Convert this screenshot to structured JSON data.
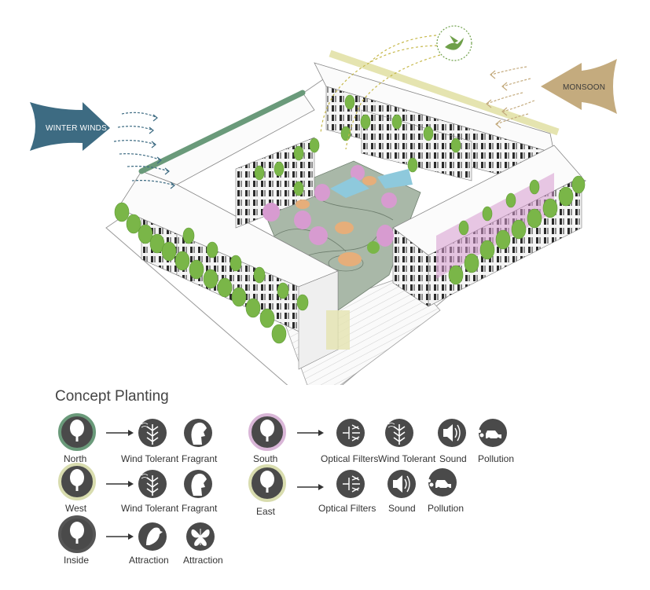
{
  "diagram": {
    "winter_winds_label": "WINTER WINDS",
    "monsoon_label": "MONSOON"
  },
  "legend": {
    "title": "Concept Planting",
    "rows": [
      {
        "zone": "North",
        "benefits": [
          "Wind Tolerant",
          "Fragrant"
        ]
      },
      {
        "zone": "West",
        "benefits": [
          "Wind Tolerant",
          "Fragrant"
        ]
      },
      {
        "zone": "Inside",
        "benefits": [
          "Attraction",
          "Attraction"
        ]
      },
      {
        "zone": "South",
        "benefits": [
          "Optical Filters",
          "Wind Tolerant",
          "Sound",
          "Pollution"
        ]
      },
      {
        "zone": "East",
        "benefits": [
          "Optical Filters",
          "Sound",
          "Pollution"
        ]
      }
    ]
  },
  "colors": {
    "north_ring": "#6a9a7a",
    "west_ring": "#d8dcae",
    "inside_ring": "#555555",
    "south_ring": "#d9b6d7",
    "east_ring": "#d8dcae",
    "winter_wind": "#3d6b82",
    "monsoon": "#c4ab7e",
    "tree_green": "#7ab648",
    "pink_bloom": "#d79bd0",
    "orange_bloom": "#e6ae7a",
    "blue_bloom": "#8ec9dc"
  }
}
